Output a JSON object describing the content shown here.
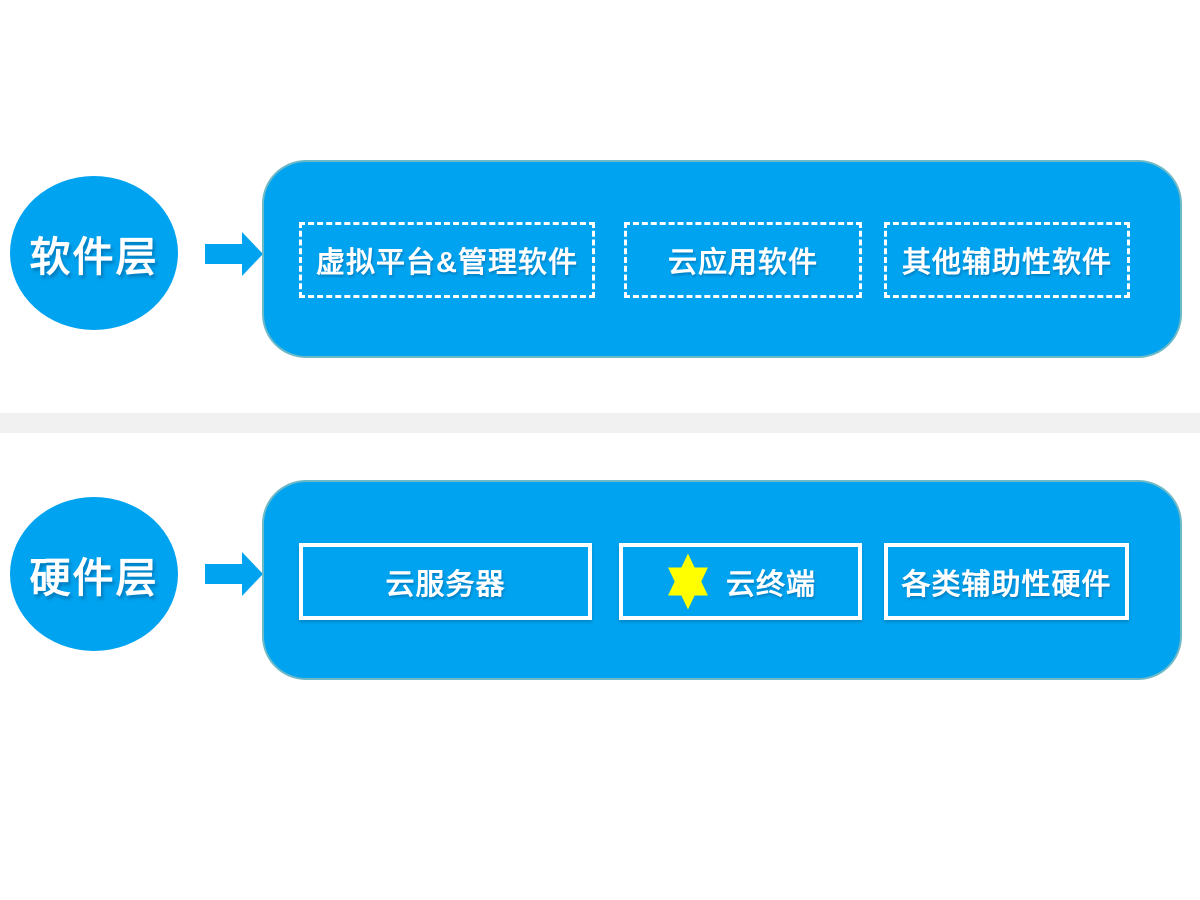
{
  "colors": {
    "primary_blue": "#00A3EF",
    "divider_gray": "#F1F1F1",
    "star_yellow": "#FFFF00",
    "text_white": "#FFFFFF"
  },
  "layers": [
    {
      "id": "software",
      "label": "软件层",
      "items": [
        {
          "label": "虚拟平台&管理软件",
          "style": "dashed"
        },
        {
          "label": "云应用软件",
          "style": "dashed"
        },
        {
          "label": "其他辅助性软件",
          "style": "dashed"
        }
      ]
    },
    {
      "id": "hardware",
      "label": "硬件层",
      "items": [
        {
          "label": "云服务器",
          "style": "solid"
        },
        {
          "label": "云终端",
          "style": "solid",
          "icon": "six-pointed-star-icon"
        },
        {
          "label": "各类辅助性硬件",
          "style": "solid"
        }
      ]
    }
  ]
}
